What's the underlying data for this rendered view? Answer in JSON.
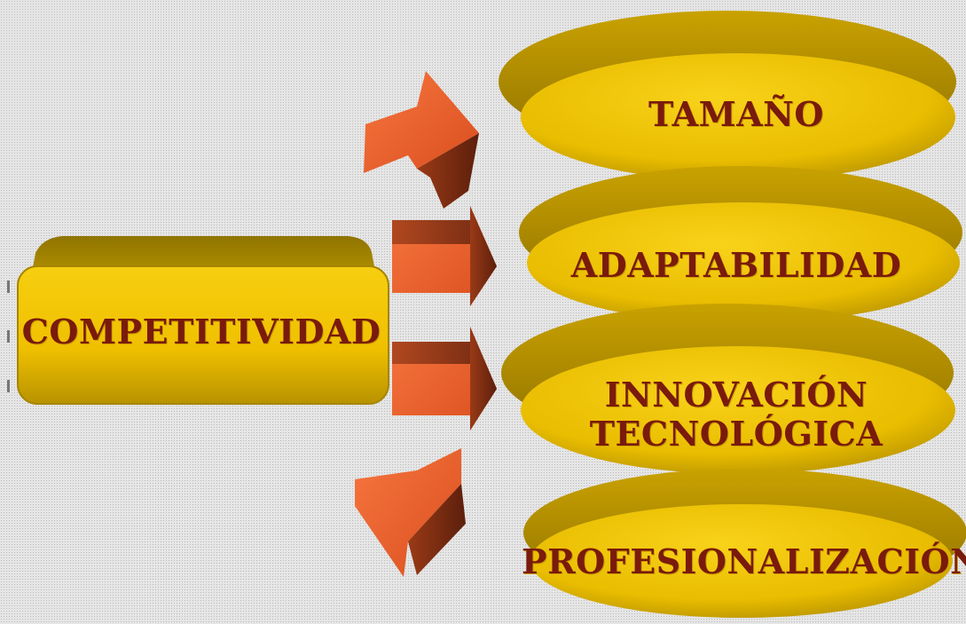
{
  "main_box": {
    "label": "COMPETITIVIDAD"
  },
  "factors": [
    {
      "label": "TAMAÑO"
    },
    {
      "label": "ADAPTABILIDAD"
    },
    {
      "label": "INNOVACIÓN TECNOLÓGICA"
    },
    {
      "label": "PROFESIONALIZACIÓN"
    }
  ],
  "colors": {
    "box_fill": "#f2c200",
    "box_shadow": "#a58300",
    "ellipse_fill": "#e8bc00",
    "ellipse_shadow": "#a88600",
    "arrow_light": "#f2683a",
    "arrow_dark": "#7a2a12",
    "text": "#7a1a0c"
  }
}
